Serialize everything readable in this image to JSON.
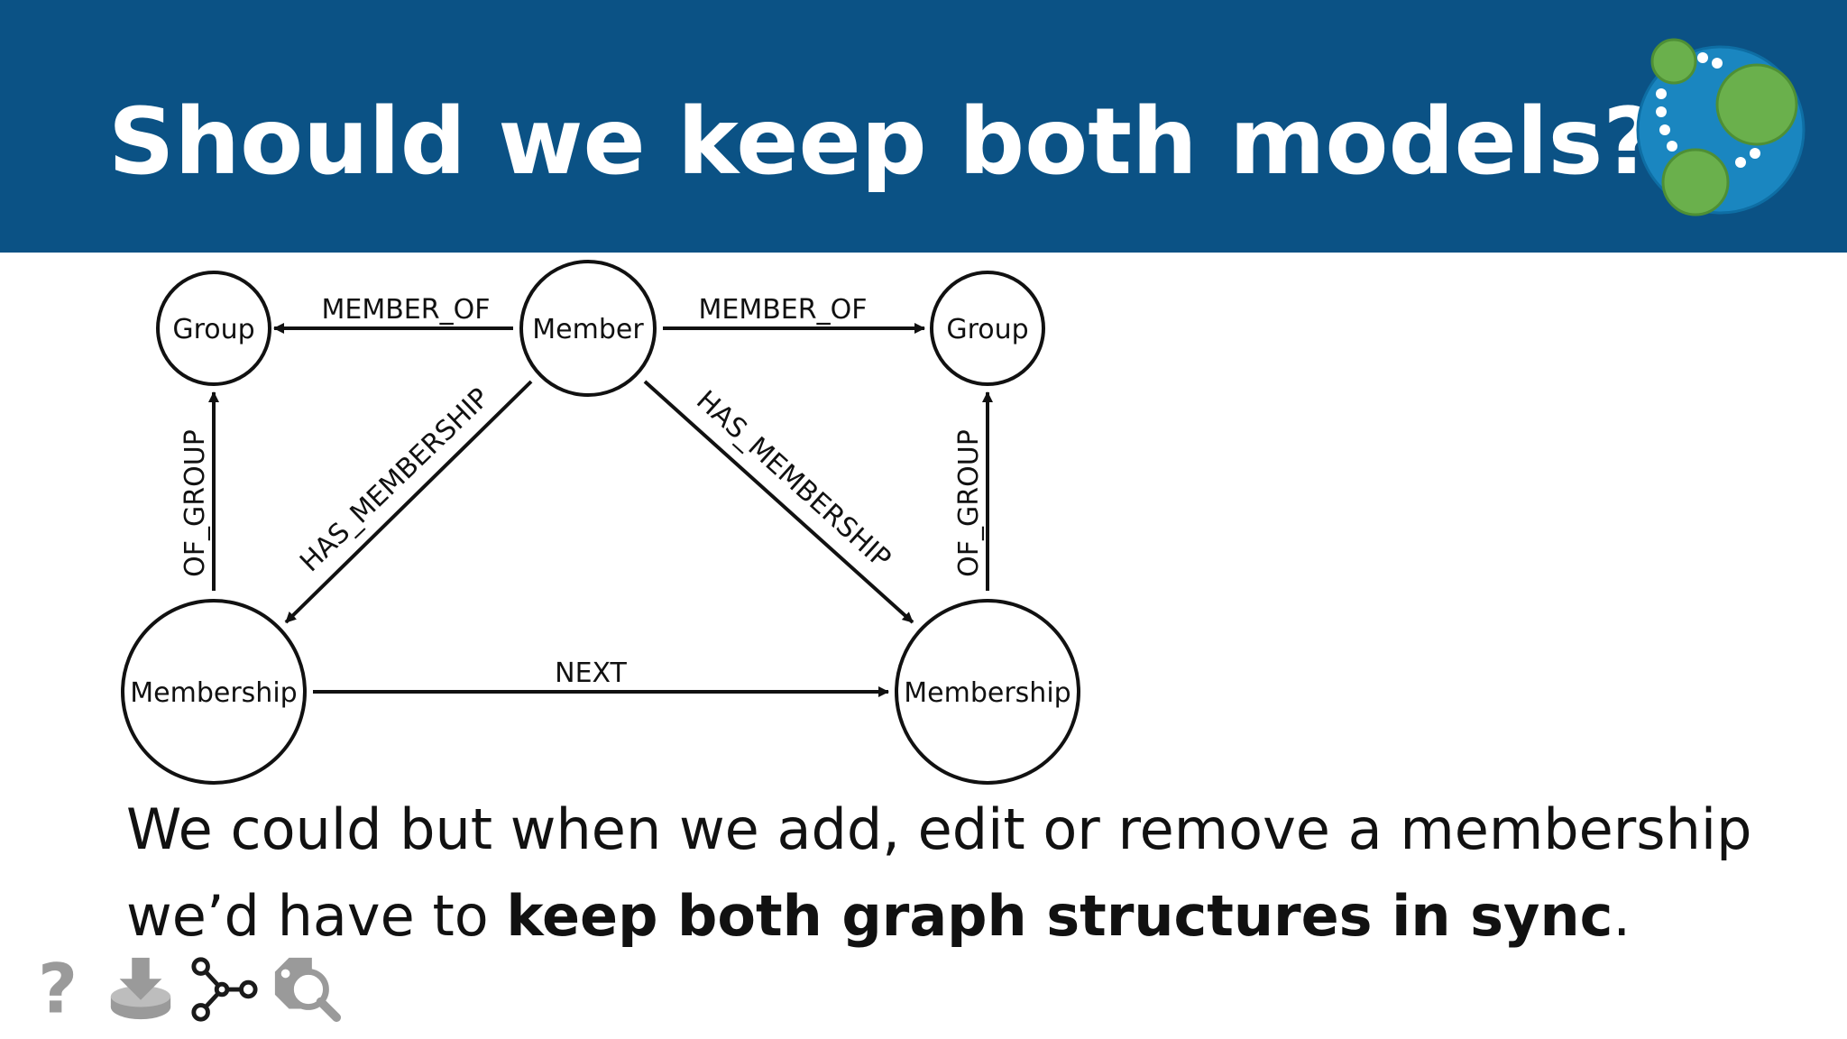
{
  "slide": {
    "title": "Should we keep both models?"
  },
  "diagram": {
    "nodes": {
      "member": "Member",
      "group_left": "Group",
      "group_right": "Group",
      "membership_left": "Membership",
      "membership_right": "Membership"
    },
    "edges": {
      "member_of_left": "MEMBER_OF",
      "member_of_right": "MEMBER_OF",
      "has_membership_left": "HAS_MEMBERSHIP",
      "has_membership_right": "HAS_MEMBERSHIP",
      "of_group_left": "OF_GROUP",
      "of_group_right": "OF_GROUP",
      "next": "NEXT"
    }
  },
  "body": {
    "line1": "We could but when we add, edit or remove a membership",
    "line2_prefix": "we’d have to ",
    "line2_bold": "keep both graph structures in sync",
    "line2_suffix": "."
  },
  "toolbar": {
    "icons": [
      "help-icon",
      "download-icon",
      "graph-icon",
      "search-tag-icon"
    ]
  },
  "colors": {
    "header_bg": "#0b5285",
    "logo_blue": "#1a86c0",
    "logo_green": "#6ab04c"
  }
}
